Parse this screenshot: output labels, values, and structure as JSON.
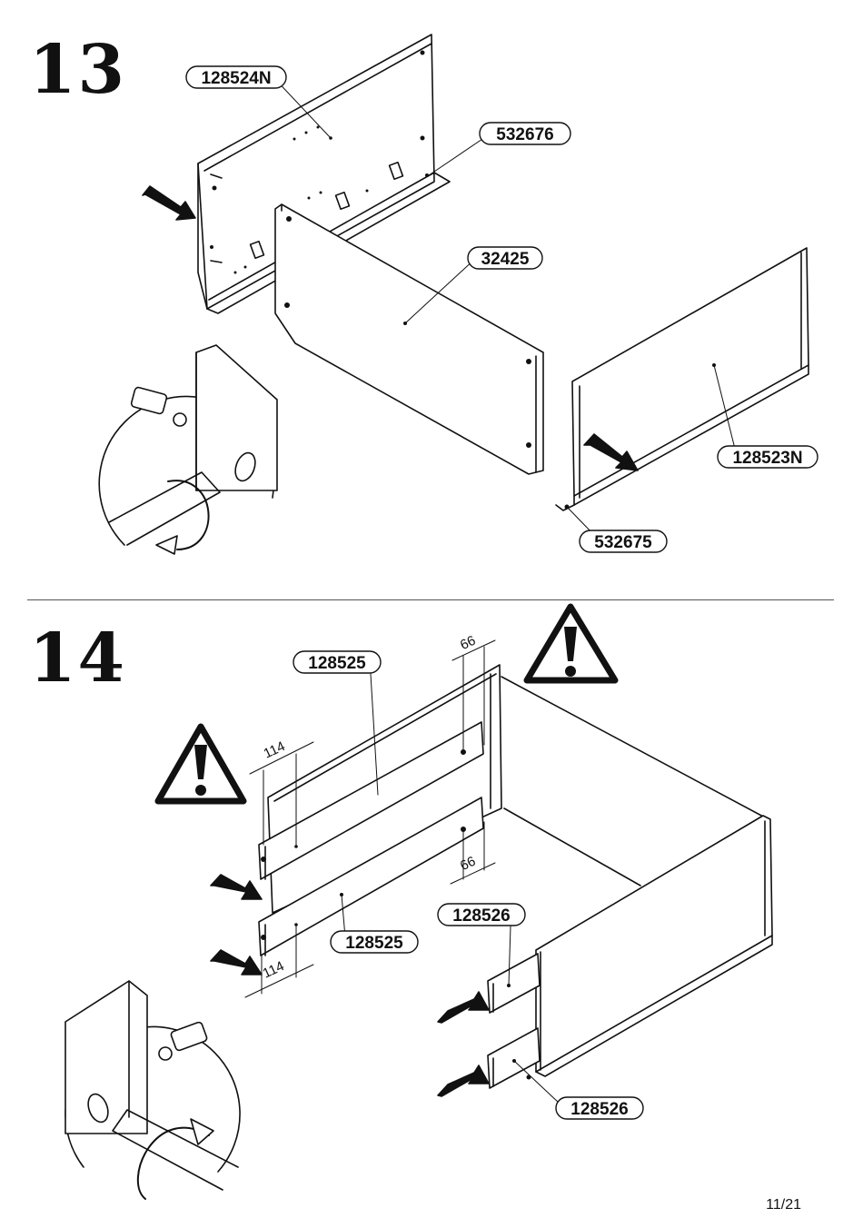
{
  "steps": [
    {
      "number": "13",
      "parts": {
        "back_panel": "128524N",
        "connector_top": "532676",
        "bottom_panel": "32425",
        "front_panel": "128523N",
        "connector_bottom": "532675"
      }
    },
    {
      "number": "14",
      "parts": {
        "rail_upper": "128525",
        "rail_lower": "128525",
        "runner_upper": "128526",
        "runner_lower": "128526"
      },
      "dimensions": {
        "top_right_offset": "66",
        "mid_right_offset": "66",
        "top_left_offset": "114",
        "bottom_left_offset": "114"
      }
    }
  ],
  "page_number": "11/21"
}
